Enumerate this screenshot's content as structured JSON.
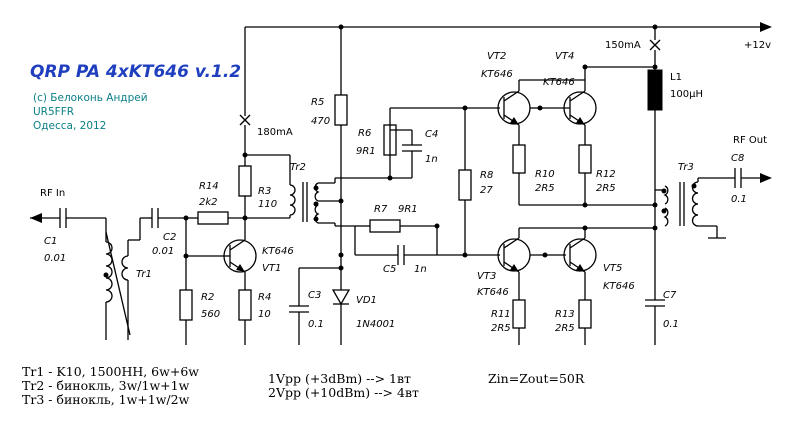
{
  "title": "QRP PA 4xKT646  v.1.2",
  "credits": [
    "(c) Белоконь Андрей",
    "UR5FFR",
    "Одесса, 2012"
  ],
  "supply": {
    "voltage": "+12v",
    "current_total": "150mA",
    "current_bias": "180mA"
  },
  "ports": {
    "input": "RF In",
    "output": "RF Out"
  },
  "components": {
    "C1": {
      "name": "C1",
      "value": "0.01"
    },
    "C2": {
      "name": "C2",
      "value": "0.01"
    },
    "C3": {
      "name": "C3",
      "value": "0.1"
    },
    "C4": {
      "name": "C4",
      "value": "1n"
    },
    "C5": {
      "name": "C5",
      "value": "1n"
    },
    "C7": {
      "name": "C7",
      "value": "0.1"
    },
    "C8": {
      "name": "C8",
      "value": "0.1"
    },
    "R2": {
      "name": "R2",
      "value": "560"
    },
    "R3": {
      "name": "R3",
      "value": "110"
    },
    "R4": {
      "name": "R4",
      "value": "10"
    },
    "R5": {
      "name": "R5",
      "value": "470"
    },
    "R6": {
      "name": "R6",
      "value": "9R1"
    },
    "R7": {
      "name": "R7",
      "value": "9R1"
    },
    "R8": {
      "name": "R8",
      "value": "27"
    },
    "R10": {
      "name": "R10",
      "value": "2R5"
    },
    "R11": {
      "name": "R11",
      "value": "2R5"
    },
    "R12": {
      "name": "R12",
      "value": "2R5"
    },
    "R13": {
      "name": "R13",
      "value": "2R5"
    },
    "R14": {
      "name": "R14",
      "value": "2k2"
    },
    "L1": {
      "name": "L1",
      "value": "100µH"
    },
    "VD1": {
      "name": "VD1",
      "value": "1N4001"
    },
    "VT1": {
      "name": "VT1",
      "type": "KT646"
    },
    "VT2": {
      "name": "VT2",
      "type": "KT646"
    },
    "VT3": {
      "name": "VT3",
      "type": "KT646"
    },
    "VT4": {
      "name": "VT4",
      "type": "KT646"
    },
    "VT5": {
      "name": "VT5",
      "type": "KT646"
    },
    "Tr1": {
      "name": "Tr1"
    },
    "Tr2": {
      "name": "Tr2"
    },
    "Tr3": {
      "name": "Tr3"
    }
  },
  "notes": {
    "transformers": [
      "Tr1 - K10, 1500HH, 6w+6w",
      "Tr2 - бинокль, 3w/1w+1w",
      "Tr3 - бинокль, 1w+1w/2w"
    ],
    "power": [
      "1Vpp (+3dBm) --> 1вт",
      "2Vpp (+10dBm) --> 4вт"
    ],
    "impedance": "Zin=Zout=50R"
  },
  "colors": {
    "title": "#1f3fbf",
    "credits": "#0a7f86",
    "wire": "#000000",
    "inductor_fill": "#000000"
  }
}
